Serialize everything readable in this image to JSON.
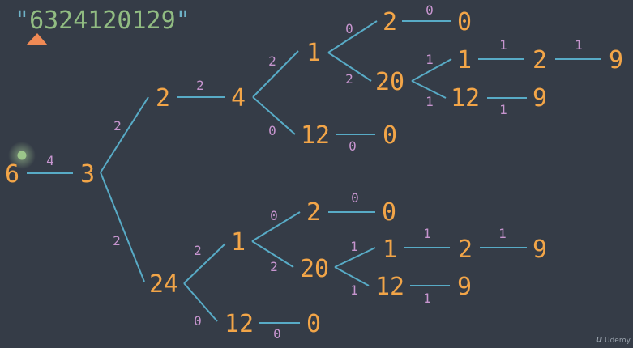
{
  "title": {
    "quote_open": "\"",
    "digits": "6324120129",
    "quote_close": "\""
  },
  "nodes": {
    "root": "6",
    "n3": "3",
    "n2": "2",
    "n4": "4",
    "n1a": "1",
    "n2a": "2",
    "n0a": "0",
    "n20a": "20",
    "n1b": "1",
    "n2b": "2",
    "n9a": "9",
    "n12a": "12",
    "n9b": "9",
    "n12b": "12",
    "n0b": "0",
    "n24": "24",
    "n1c": "1",
    "n2c": "2",
    "n0c": "0",
    "n20b": "20",
    "n1d": "1",
    "n2d": "2",
    "n9c": "9",
    "n12c": "12",
    "n9d": "9",
    "n12d": "12",
    "n0d": "0"
  },
  "weights": {
    "root_3": "4",
    "n3_n2": "2",
    "n3_n24": "2",
    "n2_n4": "2",
    "n4_n1a": "2",
    "n4_n12b": "0",
    "n1a_n2a": "0",
    "n2a_n0a": "0",
    "n1a_n20a": "2",
    "n20a_n1b": "1",
    "n1b_n2b": "1",
    "n2b_n9a": "1",
    "n20a_n12a": "1",
    "n12a_n9b": "1",
    "n12b_n0b": "0",
    "n24_n1c": "2",
    "n24_n12d": "0",
    "n1c_n2c": "0",
    "n2c_n0c": "0",
    "n1c_n20b": "2",
    "n20b_n1d": "1",
    "n1d_n2d": "1",
    "n2d_n9c": "1",
    "n20b_n12c": "1",
    "n12c_n9d": "1",
    "n12d_n0d": "0"
  },
  "watermark": "Udemy",
  "colors": {
    "background": "#353c47",
    "edge": "#58abc6",
    "node": "#f2a548",
    "weight": "#c795cf",
    "title": "#91bc82",
    "marker": "#f08a55",
    "cursor": "#9cc58a"
  },
  "icons": {
    "marker": "triangle-up",
    "cursor": "dot"
  }
}
